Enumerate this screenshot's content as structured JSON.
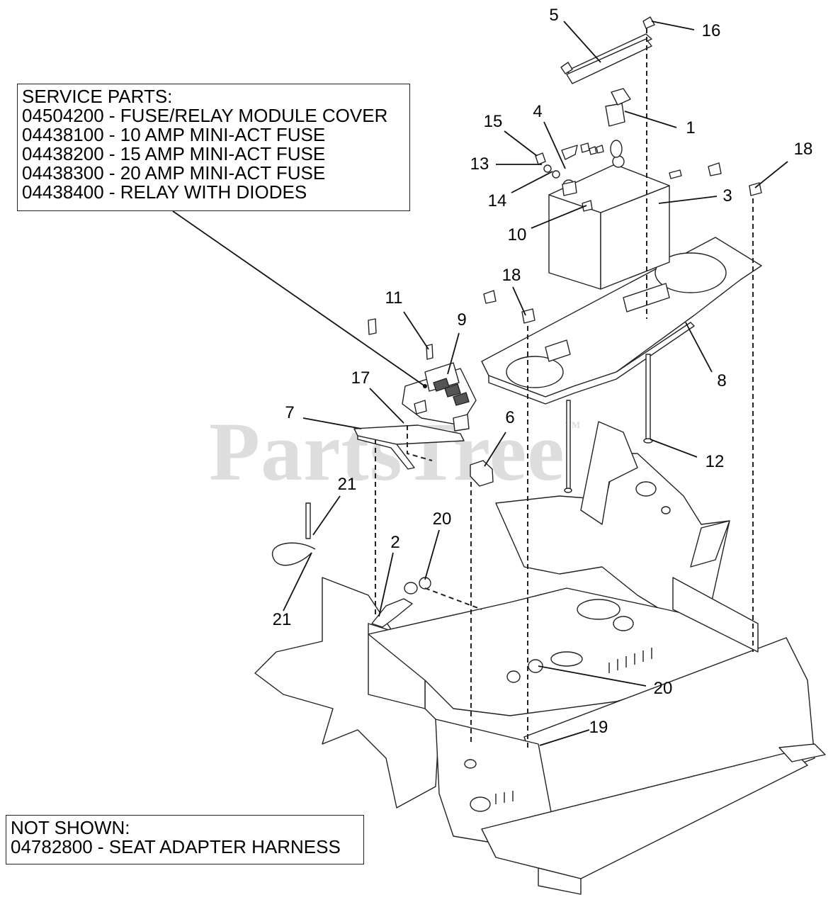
{
  "service_parts": {
    "heading": "SERVICE PARTS:",
    "items": [
      "04504200 - FUSE/RELAY MODULE COVER",
      "04438100 - 10 AMP MINI-ACT FUSE",
      "04438200 - 15 AMP MINI-ACT FUSE",
      "04438300 - 20 AMP MINI-ACT FUSE",
      "04438400 - RELAY WITH DIODES"
    ]
  },
  "not_shown": {
    "heading": "NOT SHOWN:",
    "items": [
      "04782800 - SEAT ADAPTER HARNESS"
    ]
  },
  "watermark": "PartsTree",
  "watermark_mark": "™",
  "callouts": {
    "c1": "1",
    "c2": "2",
    "c3": "3",
    "c4": "4",
    "c5": "5",
    "c6": "6",
    "c7": "7",
    "c8": "8",
    "c9": "9",
    "c10": "10",
    "c11": "11",
    "c12": "12",
    "c13": "13",
    "c14": "14",
    "c15": "15",
    "c16": "16",
    "c17": "17",
    "c18a": "18",
    "c18b": "18",
    "c19": "19",
    "c20a": "20",
    "c20b": "20",
    "c21a": "21",
    "c21b": "21"
  }
}
